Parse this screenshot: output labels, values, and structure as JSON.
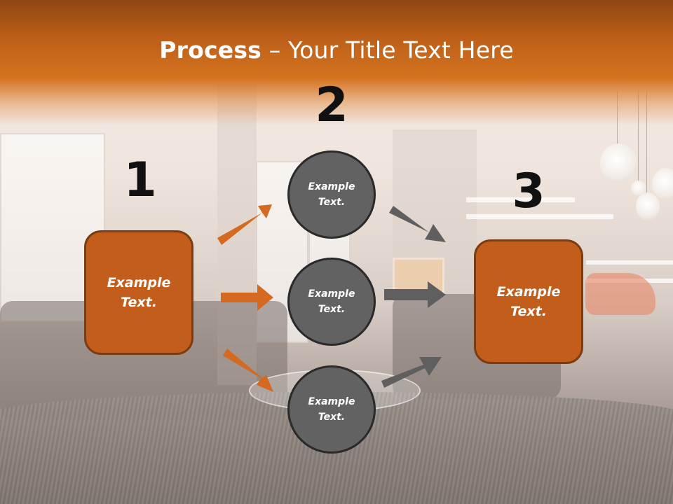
{
  "slide": {
    "title_bold": "Process",
    "title_rest": " – Your Title Text Here"
  },
  "steps": {
    "one": "1",
    "two": "2",
    "three": "3"
  },
  "nodes": {
    "left_box": "Example\nText.",
    "circle_top": "Example\nText.",
    "circle_middle": "Example\nText.",
    "circle_bottom": "Example\nText.",
    "right_box": "Example\nText."
  },
  "colors": {
    "accent_orange": "#c25d1b",
    "arrow_orange": "#d4691f",
    "circle_grey": "#626262",
    "arrow_grey": "#5f5f5f",
    "title_bar": "#bd5f19"
  },
  "icons": {
    "arrow": "right-arrow-icon"
  }
}
